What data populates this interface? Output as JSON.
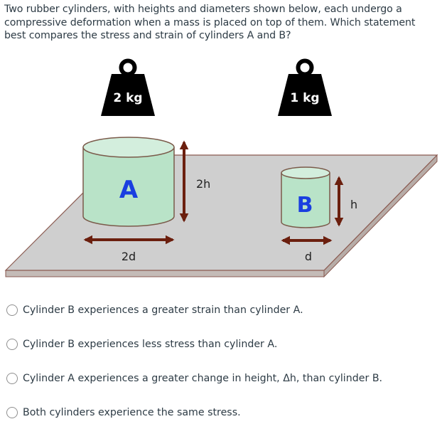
{
  "question": {
    "text": "Two rubber cylinders, with heights and diameters shown below, each undergo a compressive deformation when a mass is placed on top of them.  Which statement best compares the stress and strain of cylinders A and B?"
  },
  "figure": {
    "weights": [
      {
        "label": "2 kg",
        "icon": "weight-icon"
      },
      {
        "label": "1 kg",
        "icon": "weight-icon"
      }
    ],
    "cylinders": [
      {
        "label": "A",
        "height_label": "2h",
        "diameter_label": "2d"
      },
      {
        "label": "B",
        "height_label": "h",
        "diameter_label": "d"
      }
    ],
    "colors": {
      "cylinder_fill": "#b9e3c8",
      "cylinder_top": "#d3eedd",
      "cylinder_stroke": "#7a5a4a",
      "cylinder_letter": "#1a3fe0",
      "arrow": "#6b1f0e",
      "platform_top": "#cfcfcf",
      "platform_edge": "#b7aca7",
      "platform_stroke": "#8a5a50",
      "weight": "#000000"
    }
  },
  "options": [
    {
      "label": "Cylinder B experiences a greater strain than cylinder A.",
      "selected": false
    },
    {
      "label": "Cylinder B experiences less stress than cylinder A.",
      "selected": false
    },
    {
      "label": "Cylinder A experiences a greater change in height, Δh, than cylinder B.",
      "selected": false
    },
    {
      "label": "Both cylinders experience the same stress.",
      "selected": false
    }
  ]
}
